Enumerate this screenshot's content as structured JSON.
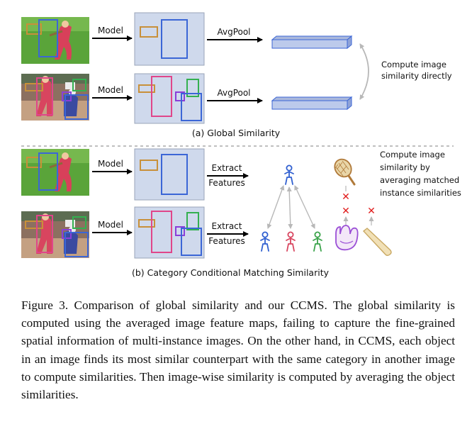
{
  "panel_a": {
    "model_top": "Model",
    "model_bottom": "Model",
    "avgpool_top": "AvgPool",
    "avgpool_bottom": "AvgPool",
    "note_line1": "Compute image",
    "note_line2": "similarity directly",
    "caption": "(a) Global Similarity"
  },
  "panel_b": {
    "model_top": "Model",
    "model_bottom": "Model",
    "extract_top_1": "Extract",
    "extract_top_2": "Features",
    "extract_bottom_1": "Extract",
    "extract_bottom_2": "Features",
    "note_line1": "Compute image",
    "note_line2": "similarity by",
    "note_line3": "averaging matched",
    "note_line4": "instance similarities",
    "caption": "(b) Category Conditional Matching Similarity"
  },
  "colors": {
    "feature_map_bg": "#cfd9ec",
    "box_orange": "#c8903a",
    "box_blue": "#3b66d6",
    "box_pink": "#e0468a",
    "box_green": "#34b050",
    "box_purple": "#8a3fd8",
    "cross_red": "#e01b1b",
    "person_blue": "#2f5fd0",
    "person_red": "#d8455f",
    "person_green": "#3aa34a"
  },
  "figure_caption": "Figure 3. Comparison of global similarity and our CCMS. The global similarity is computed using the averaged image feature maps, failing to capture the fine-grained spatial information of multi-instance images. On the other hand, in CCMS, each object in an image finds its most similar counterpart with the same category in another image to compute similarities. Then image-wise similarity is computed by averaging the object similarities."
}
